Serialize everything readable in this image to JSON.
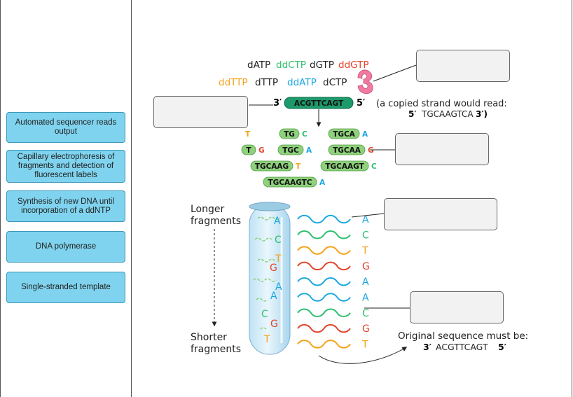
{
  "labels": [
    "Automated sequencer reads output",
    "Capillary electrophoresis of fragments and detection of fluorescent labels",
    "Synthesis of new DNA until incorporation of a ddNTP",
    "DNA polymerase",
    "Single-stranded template"
  ],
  "nucleotides": {
    "row1": [
      "dATP",
      "ddCTP",
      "dGTP",
      "ddGTP"
    ],
    "row2": [
      "ddTTP",
      "dTTP",
      "ddATP",
      "dCTP"
    ]
  },
  "template": {
    "end3": "3′",
    "seq": "ACGTTCAGT",
    "end5": "5′",
    "note_line1": "(a copied strand would read:",
    "note_line2_end5": "5′",
    "note_line2_seq": "TGCAAGTCA",
    "note_line2_end3": "3′)"
  },
  "fragments": [
    {
      "body": "",
      "cap": "T"
    },
    {
      "body": "TG",
      "cap": "C"
    },
    {
      "body": "TGCA",
      "cap": "A"
    },
    {
      "body": "T",
      "cap": "G"
    },
    {
      "body": "TGC",
      "cap": "A"
    },
    {
      "body": "TGCAA",
      "cap": "G"
    },
    {
      "body": "TGCAAG",
      "cap": "T"
    },
    {
      "body": "TGCAAGT",
      "cap": "C"
    },
    {
      "body": "TGCAAGTC",
      "cap": "A"
    }
  ],
  "gel": {
    "longer_line1": "Longer",
    "longer_line2": "fragments",
    "shorter_line1": "Shorter",
    "shorter_line2": "fragments",
    "tube_letters": [
      "A",
      "C",
      "T",
      "G",
      "A",
      "A",
      "C",
      "G",
      "T"
    ],
    "peak_letters": [
      "A",
      "C",
      "T",
      "G",
      "A",
      "A",
      "C",
      "G",
      "T"
    ]
  },
  "result": {
    "line1": "Original sequence must be:",
    "end3": "3′",
    "seq": "ACGTTCAGT",
    "end5": "5′"
  },
  "colors": {
    "A": "#1aa7e0",
    "C": "#2ebf6e",
    "G": "#e3452b",
    "T": "#f5a21a",
    "label_fill": "#7fd3ee",
    "fragment_green": "#8fd17c",
    "template_green": "#1d9a6c",
    "polymerase": "#f07aa0"
  }
}
